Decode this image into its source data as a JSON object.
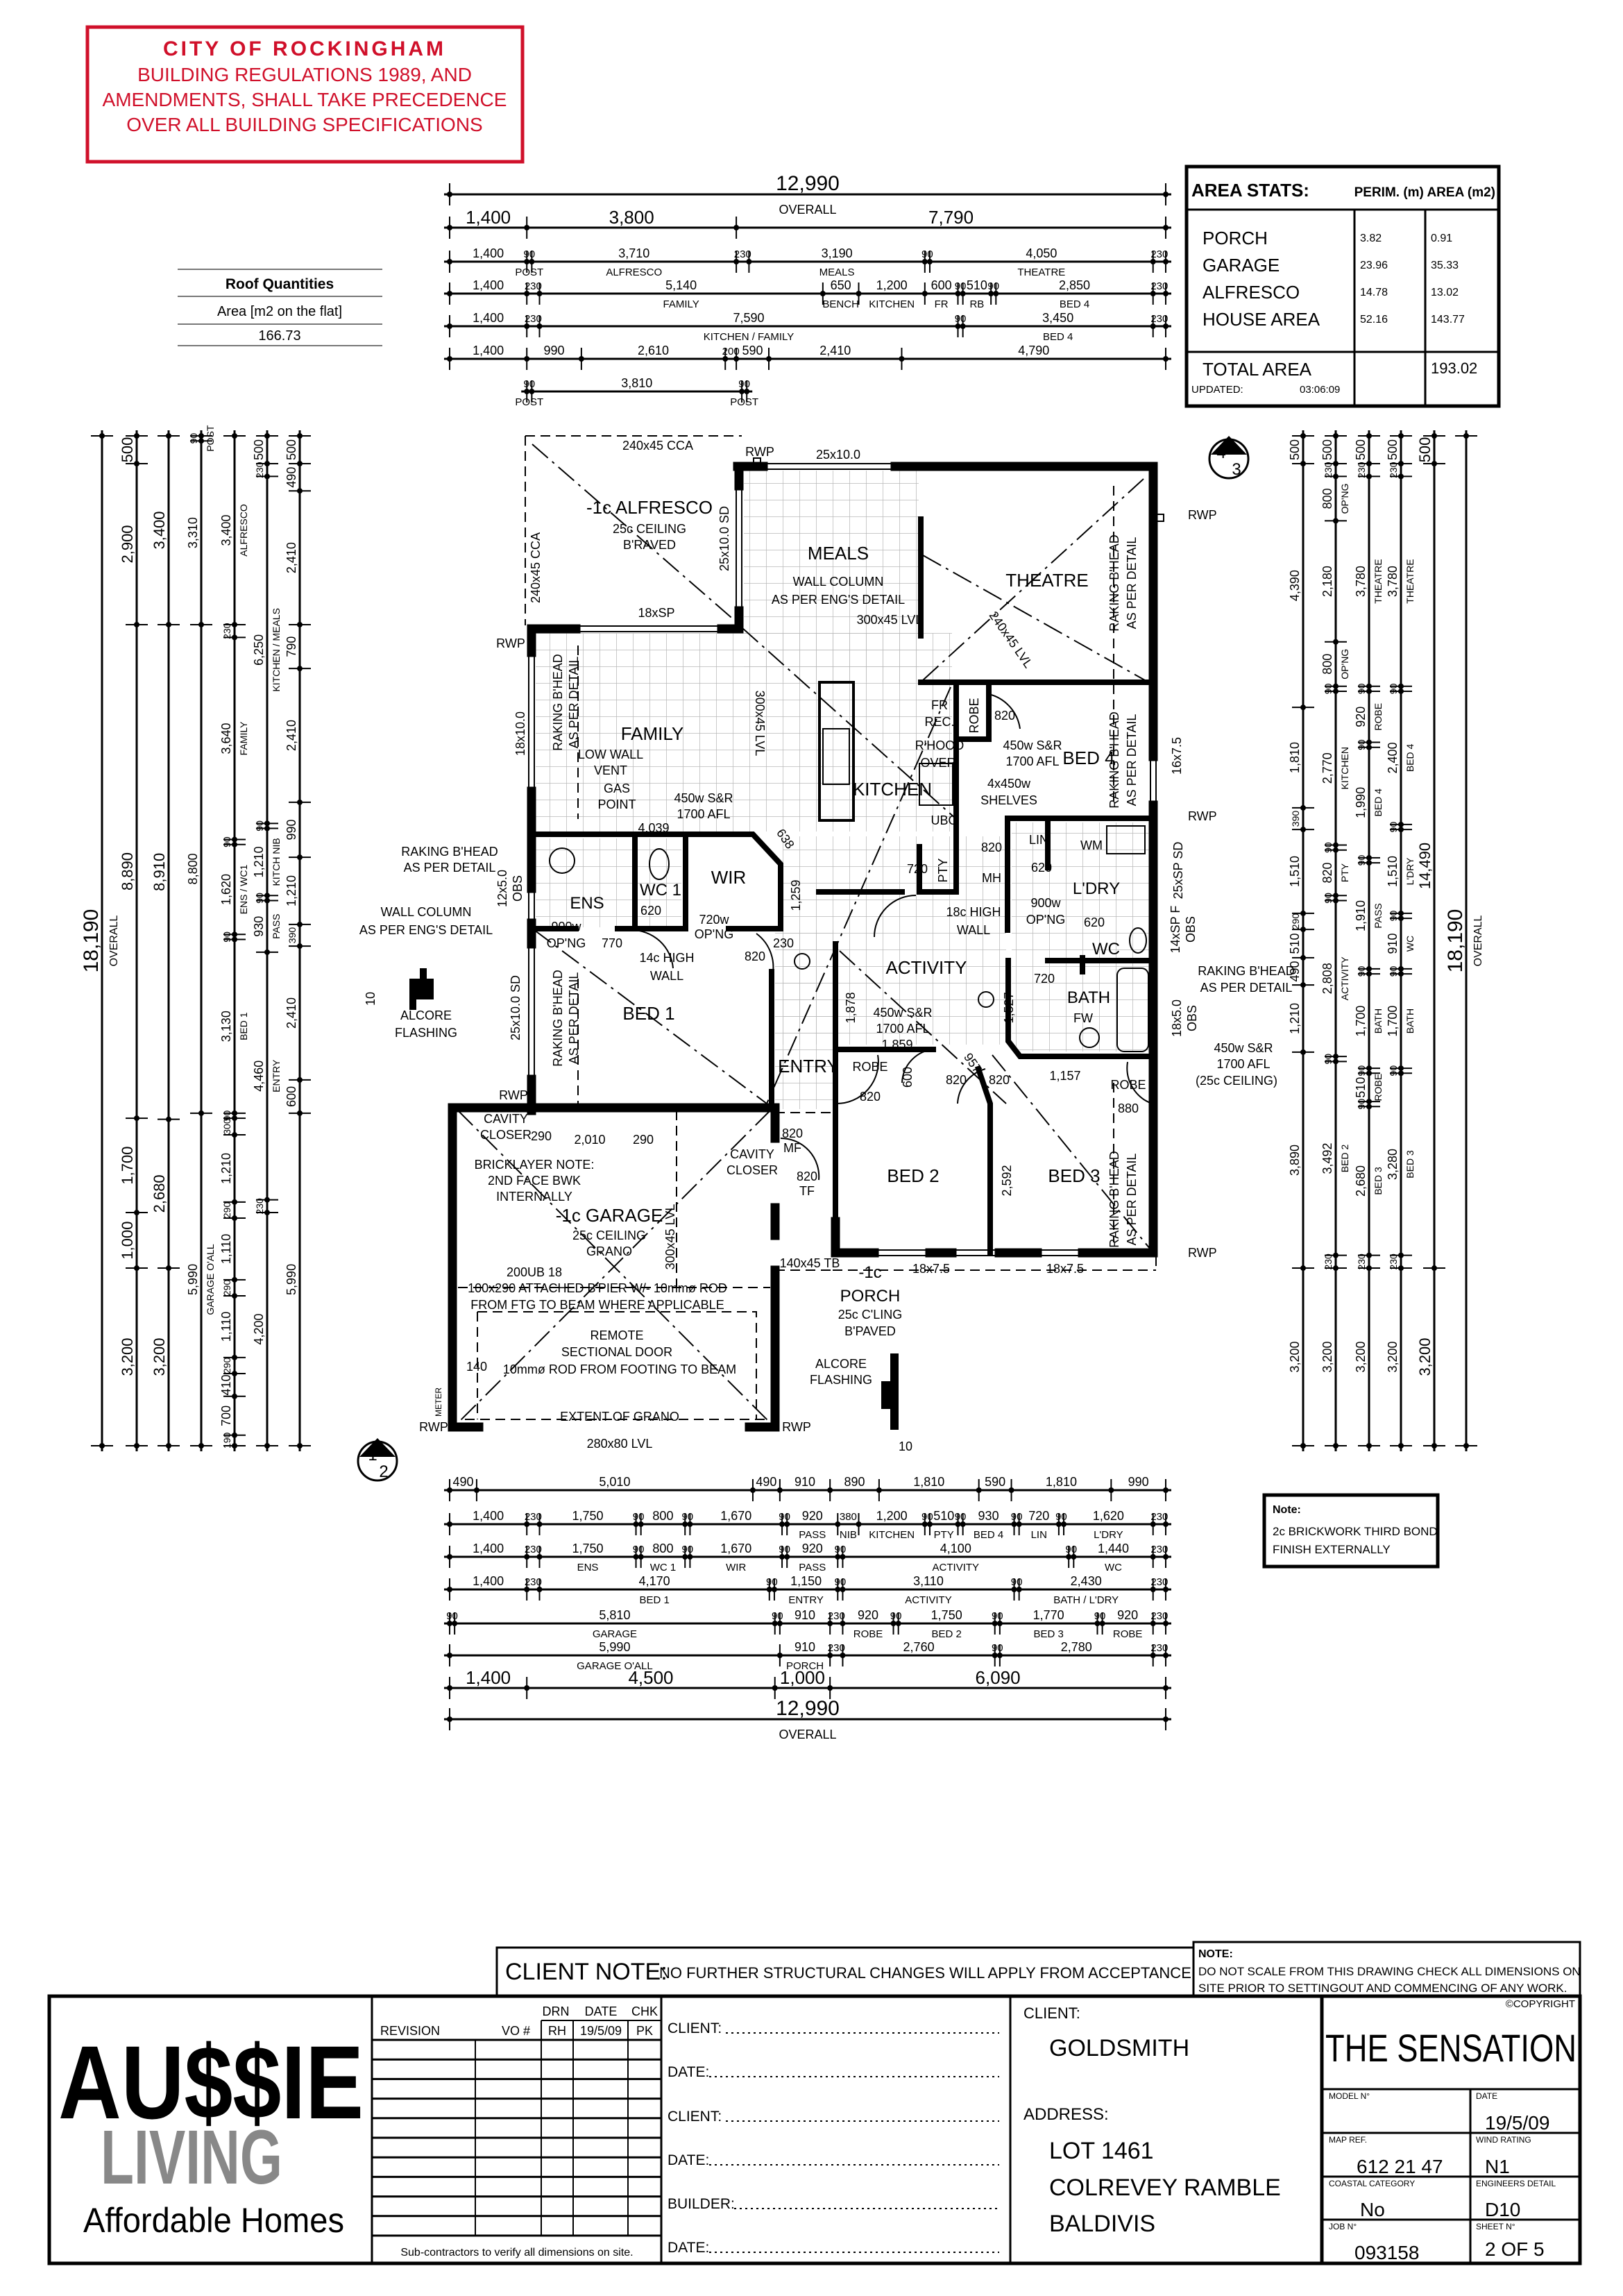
{
  "council_note": {
    "title": "CITY OF ROCKINGHAM",
    "lines": [
      "BUILDING REGULATIONS 1989, AND",
      "AMENDMENTS, SHALL TAKE PRECEDENCE",
      "OVER ALL BUILDING SPECIFICATIONS"
    ],
    "color": "#d0102a"
  },
  "roof_quantities": {
    "title": "Roof Quantities",
    "label": "Area [m2 on the flat]",
    "value": "166.73"
  },
  "area_stats": {
    "title": "AREA STATS:",
    "columns": "PERIM. (m) AREA (m2)",
    "rows": [
      {
        "name": "PORCH",
        "perim": "3.82",
        "area": "0.91"
      },
      {
        "name": "GARAGE",
        "perim": "23.96",
        "area": "35.33"
      },
      {
        "name": "ALFRESCO",
        "perim": "14.78",
        "area": "13.02"
      },
      {
        "name": "HOUSE AREA",
        "perim": "52.16",
        "area": "143.77"
      }
    ],
    "total_label": "TOTAL AREA",
    "total_value": "193.02",
    "updated_label": "UPDATED:",
    "updated_value": "03:06:09"
  },
  "dims": {
    "top": [
      {
        "segs": [
          {
            "v": 12990,
            "l": "OVERALL"
          }
        ]
      },
      {
        "segs": [
          {
            "v": 1400
          },
          {
            "v": 3800
          },
          {
            "v": 7790
          }
        ]
      },
      {
        "segs": [
          {
            "v": 1400
          },
          {
            "v": 90,
            "l": "POST"
          },
          {
            "v": 3710,
            "l": "ALFRESCO"
          },
          {
            "v": 230
          },
          {
            "v": 3190,
            "l": "MEALS"
          },
          {
            "v": 90
          },
          {
            "v": 4050,
            "l": "THEATRE"
          },
          {
            "v": 230
          }
        ]
      },
      {
        "segs": [
          {
            "v": 1400
          },
          {
            "v": 230
          },
          {
            "v": 5140,
            "l": "FAMILY"
          },
          {
            "v": 650,
            "l": "BENCH"
          },
          {
            "v": 1200,
            "l": "KITCHEN"
          },
          {
            "v": 600,
            "l": "FR"
          },
          {
            "v": 90
          },
          {
            "v": 510,
            "l": "RB"
          },
          {
            "v": 90
          },
          {
            "v": 2850,
            "l": "BED 4"
          },
          {
            "v": 230
          }
        ]
      },
      {
        "segs": [
          {
            "v": 1400
          },
          {
            "v": 230
          },
          {
            "v": 7590,
            "l": "KITCHEN / FAMILY"
          },
          {
            "v": 90
          },
          {
            "v": 3450,
            "l": "BED 4"
          },
          {
            "v": 230
          }
        ]
      },
      {
        "segs": [
          {
            "v": 1400
          },
          {
            "v": 990
          },
          {
            "v": 2610
          },
          {
            "v": 200
          },
          {
            "v": 590
          },
          {
            "v": 2410
          },
          {
            "v": 4790
          }
        ]
      },
      {
        "start": 1400,
        "segs": [
          {
            "v": 90,
            "l": "POST"
          },
          {
            "v": 3810
          },
          {
            "v": 90,
            "l": "POST"
          }
        ]
      }
    ],
    "bottom": [
      {
        "segs": [
          {
            "v": 490
          },
          {
            "v": 5010
          },
          {
            "v": 490
          },
          {
            "v": 910
          },
          {
            "v": 890
          },
          {
            "v": 1810
          },
          {
            "v": 590
          },
          {
            "v": 1810
          },
          {
            "v": 990
          }
        ]
      },
      {
        "segs": [
          {
            "v": 1400
          },
          {
            "v": 230
          },
          {
            "v": 1750
          },
          {
            "v": 90
          },
          {
            "v": 800
          },
          {
            "v": 90
          },
          {
            "v": 1670
          },
          {
            "v": 90
          },
          {
            "v": 920,
            "l": "PASS"
          },
          {
            "v": 380,
            "l": "NIB"
          },
          {
            "v": 1200,
            "l": "KITCHEN"
          },
          {
            "v": 90
          },
          {
            "v": 510,
            "l": "PTY"
          },
          {
            "v": 90
          },
          {
            "v": 930,
            "l": "BED 4"
          },
          {
            "v": 90
          },
          {
            "v": 720,
            "l": "LIN"
          },
          {
            "v": 90
          },
          {
            "v": 1620,
            "l": "L'DRY"
          },
          {
            "v": 230
          }
        ]
      },
      {
        "segs": [
          {
            "v": 1400
          },
          {
            "v": 230
          },
          {
            "v": 1750,
            "l": "ENS"
          },
          {
            "v": 90
          },
          {
            "v": 800,
            "l": "WC 1"
          },
          {
            "v": 90
          },
          {
            "v": 1670,
            "l": "WIR"
          },
          {
            "v": 90
          },
          {
            "v": 920,
            "l": "PASS"
          },
          {
            "v": 90
          },
          {
            "v": 4100,
            "l": "ACTIVITY"
          },
          {
            "v": 90
          },
          {
            "v": 1440,
            "l": "WC"
          },
          {
            "v": 230
          }
        ]
      },
      {
        "segs": [
          {
            "v": 1400
          },
          {
            "v": 230
          },
          {
            "v": 4170,
            "l": "BED 1"
          },
          {
            "v": 90
          },
          {
            "v": 1150,
            "l": "ENTRY"
          },
          {
            "v": 90
          },
          {
            "v": 3110,
            "l": "ACTIVITY"
          },
          {
            "v": 90
          },
          {
            "v": 2430,
            "l": "BATH / L'DRY"
          },
          {
            "v": 230
          }
        ]
      },
      {
        "segs": [
          {
            "v": 90
          },
          {
            "v": 5810,
            "l": "GARAGE"
          },
          {
            "v": 90
          },
          {
            "v": 910
          },
          {
            "v": 230
          },
          {
            "v": 920,
            "l": "ROBE"
          },
          {
            "v": 90
          },
          {
            "v": 1750,
            "l": "BED 2"
          },
          {
            "v": 90
          },
          {
            "v": 1770,
            "l": "BED 3"
          },
          {
            "v": 90
          },
          {
            "v": 920,
            "l": "ROBE"
          },
          {
            "v": 230
          }
        ]
      },
      {
        "segs": [
          {
            "v": 5990,
            "l": "GARAGE O'ALL"
          },
          {
            "v": 910,
            "l": "PORCH"
          },
          {
            "v": 230
          },
          {
            "v": 2760
          },
          {
            "v": 90
          },
          {
            "v": 2780
          },
          {
            "v": 230
          }
        ]
      },
      {
        "segs": [
          {
            "v": 1400
          },
          {
            "v": 4500
          },
          {
            "v": 1000
          },
          {
            "v": 6090
          }
        ]
      },
      {
        "segs": [
          {
            "v": 12990,
            "l": "OVERALL"
          }
        ]
      }
    ],
    "left": [
      {
        "segs": [
          {
            "v": 18190,
            "l": "OVERALL"
          }
        ]
      },
      {
        "segs": [
          {
            "v": 500
          },
          {
            "v": 2900
          },
          {
            "v": 8890
          },
          {
            "v": 1700
          },
          {
            "v": 1000
          },
          {
            "v": 3200
          }
        ]
      },
      {
        "segs": [
          {
            "v": 3400
          },
          {
            "v": 8910
          },
          {
            "v": 2680
          },
          {
            "v": 3200
          }
        ]
      },
      {
        "segs": [
          {
            "v": 90,
            "l": "POST"
          },
          {
            "v": 3310
          },
          {
            "v": 8800
          },
          {
            "v": 5990,
            "l": "GARAGE O'ALL"
          }
        ]
      },
      {
        "segs": [
          {
            "v": 3400,
            "l": "ALFRESCO"
          },
          {
            "v": 230
          },
          {
            "v": 3640,
            "l": "FAMILY"
          },
          {
            "v": 90
          },
          {
            "v": 1620,
            "l": "ENS / WC1"
          },
          {
            "v": 90
          },
          {
            "v": 3130,
            "l": "BED 1"
          },
          {
            "v": 90
          },
          {
            "v": 300
          },
          {
            "v": 1210
          },
          {
            "v": 290
          },
          {
            "v": 1110
          },
          {
            "v": 290
          },
          {
            "v": 1110
          },
          {
            "v": 290
          },
          {
            "v": 410
          },
          {
            "v": 700
          },
          {
            "v": 190
          }
        ]
      },
      {
        "segs": [
          {
            "v": 500
          },
          {
            "v": 230
          },
          {
            "v": 6250,
            "l": "KITCHEN / MEALS"
          },
          {
            "v": 90
          },
          {
            "v": 1210,
            "l": "KITCH NIB"
          },
          {
            "v": 90
          },
          {
            "v": 930,
            "l": "PASS"
          },
          {
            "v": 4460,
            "l": "ENTRY"
          },
          {
            "v": 230
          },
          {
            "v": 4200
          }
        ]
      },
      {
        "segs": [
          {
            "v": 500
          },
          {
            "v": 490
          },
          {
            "v": 2410
          },
          {
            "v": 790
          },
          {
            "v": 2410
          },
          {
            "v": 990
          },
          {
            "v": 1210
          },
          {
            "v": 390
          },
          {
            "v": 2410
          },
          {
            "v": 600
          },
          {
            "v": 5990
          }
        ]
      }
    ],
    "right": [
      {
        "segs": [
          {
            "v": 500
          },
          {
            "v": 4390
          },
          {
            "v": 1810
          },
          {
            "v": 390
          },
          {
            "v": 1510
          },
          {
            "v": 290
          },
          {
            "v": 510
          },
          {
            "v": 490
          },
          {
            "v": 1210
          },
          {
            "v": 3890
          },
          {
            "v": 3200
          }
        ]
      },
      {
        "segs": [
          {
            "v": 500
          },
          {
            "v": 230
          },
          {
            "v": 800,
            "l": "OP'NG"
          },
          {
            "v": 2180
          },
          {
            "v": 800,
            "l": "OP'NG"
          },
          {
            "v": 90
          },
          {
            "v": 2770,
            "l": "KITCHEN"
          },
          {
            "v": 90
          },
          {
            "v": 820,
            "l": "PTY"
          },
          {
            "v": 90
          },
          {
            "v": 2808,
            "l": "ACTIVITY"
          },
          {
            "v": 90
          },
          {
            "v": 3492,
            "l": "BED 2"
          },
          {
            "v": 230
          },
          {
            "v": 3200
          }
        ]
      },
      {
        "segs": [
          {
            "v": 500
          },
          {
            "v": 230
          },
          {
            "v": 3780,
            "l": "THEATRE"
          },
          {
            "v": 90
          },
          {
            "v": 920,
            "l": "ROBE"
          },
          {
            "v": 90
          },
          {
            "v": 1990,
            "l": "BED 4"
          },
          {
            "v": 90
          },
          {
            "v": 1910,
            "l": "PASS"
          },
          {
            "v": 90
          },
          {
            "v": 1700,
            "l": "BATH"
          },
          {
            "v": 90
          },
          {
            "v": 510,
            "l": "ROBE"
          },
          {
            "v": 90
          },
          {
            "v": 2680,
            "l": "BED 3"
          },
          {
            "v": 230
          },
          {
            "v": 3200
          }
        ]
      },
      {
        "segs": [
          {
            "v": 500
          },
          {
            "v": 230
          },
          {
            "v": 3780,
            "l": "THEATRE"
          },
          {
            "v": 90
          },
          {
            "v": 2400,
            "l": "BED 4"
          },
          {
            "v": 90
          },
          {
            "v": 1510,
            "l": "L'DRY"
          },
          {
            "v": 90
          },
          {
            "v": 910,
            "l": "WC"
          },
          {
            "v": 90
          },
          {
            "v": 1700,
            "l": "BATH"
          },
          {
            "v": 90
          },
          {
            "v": 3280,
            "l": "BED 3"
          },
          {
            "v": 230
          },
          {
            "v": 3200
          }
        ]
      },
      {
        "segs": [
          {
            "v": 500
          },
          {
            "v": 14490
          },
          {
            "v": 3200
          }
        ]
      },
      {
        "segs": [
          {
            "v": 18190,
            "l": "OVERALL"
          }
        ]
      }
    ]
  },
  "plan": {
    "labels": [
      "-1c ALFRESCO",
      "25c CEILING",
      "B'RAVED",
      "240x45 CCA",
      "240x45 CCA",
      "18xSP",
      "25x10.0 SD",
      "RWP",
      "25x10.0",
      "MEALS",
      "WALL COLUMN",
      "AS PER ENG'S DETAIL",
      "300x45 LVL",
      "THEATRE",
      "240x45 LVL",
      "RAKING B'HEAD",
      "AS PER DETAIL",
      "RWP",
      "FAMILY",
      "RAKING B'HEAD",
      "AS PER DETAIL",
      "18x10.0",
      "LOW WALL",
      "VENT",
      "GAS",
      "POINT",
      "4,039",
      "450w S&R",
      "1700 AFL",
      "300x45 LVL",
      "KITCHEN",
      "FR",
      "REC.",
      "ROBE",
      "820",
      "R'HOOD",
      "OVER",
      "UBO",
      "450w S&R",
      "1700 AFL",
      "BED 4",
      "4x450w",
      "SHELVES",
      "RAKING B'HEAD",
      "AS PER DETAIL",
      "16x7.5",
      "RWP",
      "LIN",
      "WM",
      "820",
      "620",
      "PTY",
      "720",
      "MH",
      "L'DRY",
      "25xSP SD",
      "900w",
      "OP'NG",
      "18c HIGH",
      "WALL",
      "620",
      "WC",
      "14xSP F",
      "OBS",
      "ENS",
      "WC 1",
      "620",
      "WIR",
      "720w",
      "OP'NG",
      "638",
      "1,259",
      "900w",
      "OP'NG",
      "770",
      "14c HIGH",
      "WALL",
      "230",
      "820",
      "RAKING B'HEAD",
      "AS PER DETAIL",
      "WALL COLUMN",
      "AS PER ENG'S DETAIL",
      "12x5.0",
      "OBS",
      "ACTIVITY",
      "BED 1",
      "25x10.0 SD",
      "RAKING B'HEAD",
      "AS PER DETAIL",
      "ALCORE",
      "FLASHING",
      "10",
      "RWP",
      "1,878",
      "450w S&R",
      "1700 AFL",
      "1,859",
      "ENTRY",
      "ROBE",
      "600",
      "820",
      "957",
      "820",
      "820",
      "1,527",
      "720",
      "BATH",
      "FW",
      "1,157",
      "ROBE",
      "880",
      "18x5.0",
      "OBS",
      "RAKING B'HEAD",
      "AS PER DETAIL",
      "450w S&R",
      "1700 AFL",
      "(25c CEILING)",
      "BED 2",
      "2,592",
      "BED 3",
      "RAKING B'HEAD",
      "AS PER DETAIL",
      "RWP",
      "18x7.5",
      "18x7.5",
      "-1c",
      "PORCH",
      "25c C'LING",
      "B'PAVED",
      "ALCORE",
      "FLASHING",
      "10",
      "CAVITY",
      "CLOSER",
      "290",
      "2,010",
      "290",
      "BRICKLAYER NOTE:",
      "2ND FACE BWK",
      "INTERNALLY",
      "-1c GARAGE",
      "25c CEILING",
      "GRANO",
      "300x45 LVL",
      "CAVITY",
      "CLOSER",
      "820",
      "MF",
      "820",
      "TF",
      "140x45 TB",
      "200UB 18",
      "100x290 ATTACHED B'PIER W/- 10mmø ROD",
      "FROM FTG TO BEAM WHERE APPLICABLE",
      "REMOTE",
      "SECTIONAL DOOR",
      "10mmø ROD FROM FOOTING TO BEAM",
      "140",
      "EXTENT OF GRANO",
      "280x80 LVL",
      "RWP",
      "RWP",
      "RWP",
      "METER"
    ],
    "markers": [
      {
        "top": "4",
        "bottom": "3"
      },
      {
        "top": "1",
        "bottom": "2"
      }
    ]
  },
  "brick_note": {
    "title": "Note:",
    "lines": [
      "2c BRICKWORK THIRD BOND",
      "FINISH EXTERNALLY"
    ]
  },
  "client_note": {
    "label": "CLIENT NOTE:",
    "text": "NO FURTHER STRUCTURAL CHANGES WILL APPLY FROM ACCEPTANCE."
  },
  "scale_note": {
    "title": "NOTE:",
    "lines": [
      "DO NOT SCALE FROM THIS DRAWING CHECK ALL DIMENSIONS ON",
      "SITE PRIOR TO SETTINGOUT AND COMMENCING OF ANY WORK."
    ]
  },
  "logo": {
    "line1": "AU$$IE",
    "line2": "LIVING",
    "line3": "Affordable Homes"
  },
  "revision": {
    "headers": {
      "revision": "REVISION",
      "vo": "VO #",
      "drn": "DRN",
      "date": "DATE",
      "chk": "CHK"
    },
    "drn": "RH",
    "date": "19/5/09",
    "chk": "PK",
    "footer": "Sub-contractors to verify all dimensions on site."
  },
  "signoff": [
    "CLIENT:",
    "DATE:",
    "CLIENT:",
    "DATE:",
    "BUILDER:",
    "DATE:"
  ],
  "client": {
    "client_label": "CLIENT:",
    "client_name": "GOLDSMITH",
    "address_label": "ADDRESS:",
    "address_lines": [
      "LOT 1461",
      "COLREVEY RAMBLE",
      "BALDIVIS"
    ]
  },
  "title_block": {
    "copyright": "©COPYRIGHT",
    "project": "THE SENSATION",
    "model_label": "MODEL N°",
    "model_value": "",
    "date_label": "DATE",
    "date_value": "19/5/09",
    "map_label": "MAP REF.",
    "map_value": "612 21 47",
    "wind_label": "WIND RATING",
    "wind_value": "N1",
    "coastal_label": "COASTAL CATEGORY",
    "coastal_value": "No",
    "eng_label": "ENGINEERS DETAIL",
    "eng_value": "D10",
    "job_label": "JOB N°",
    "job_value": "093158",
    "sheet_label": "SHEET N°",
    "sheet_value": "2 OF 5"
  }
}
